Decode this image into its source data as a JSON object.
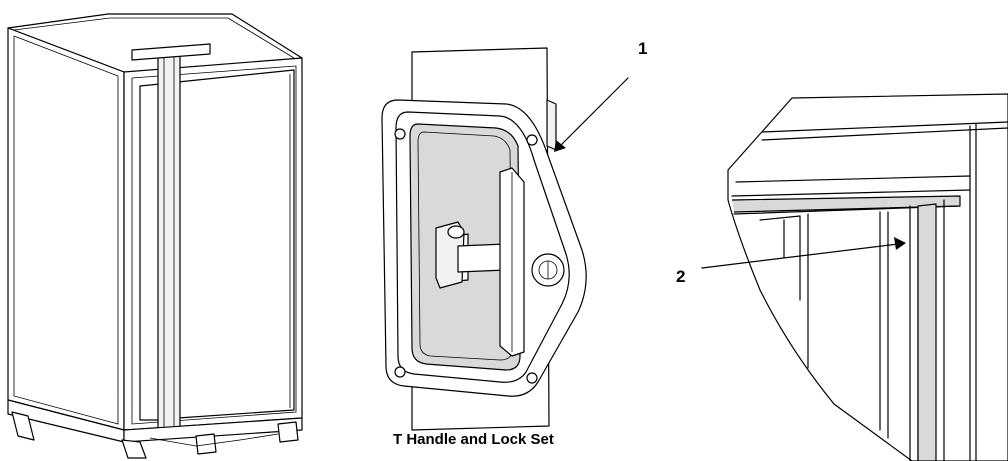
{
  "callouts": {
    "one": "1",
    "two": "2"
  },
  "caption": "T Handle and Lock Set"
}
